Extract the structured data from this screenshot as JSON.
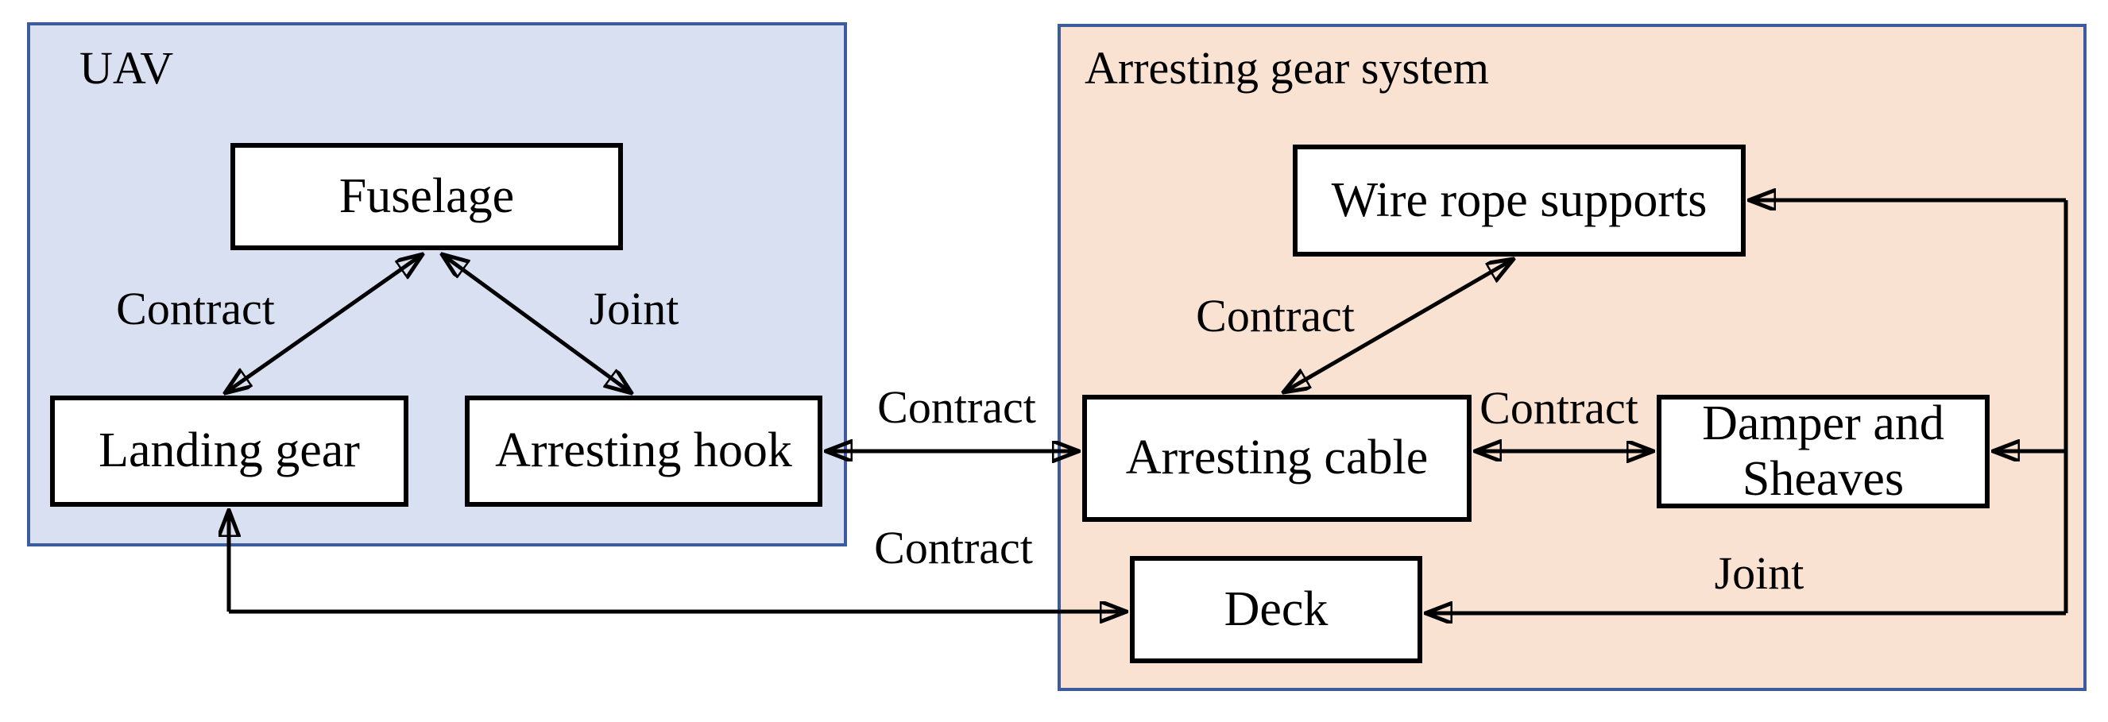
{
  "diagram": {
    "uav": {
      "title": "UAV",
      "nodes": {
        "fuselage": {
          "label": "Fuselage"
        },
        "landing_gear": {
          "label": "Landing gear"
        },
        "arresting_hook": {
          "label": "Arresting hook"
        }
      }
    },
    "arresting_gear_system": {
      "title": "Arresting gear system",
      "nodes": {
        "wire_rope_supports": {
          "label": "Wire rope supports"
        },
        "arresting_cable": {
          "label": "Arresting cable"
        },
        "damper_and_sheaves": {
          "label": "Damper and Sheaves"
        },
        "deck": {
          "label": "Deck"
        }
      }
    },
    "edges": [
      {
        "endpoints": [
          "landing_gear",
          "fuselage"
        ],
        "label": "Contract",
        "type": "double-arrow"
      },
      {
        "endpoints": [
          "fuselage",
          "arresting_hook"
        ],
        "label": "Joint",
        "type": "double-arrow"
      },
      {
        "endpoints": [
          "arresting_hook",
          "arresting_cable"
        ],
        "label": "Contract",
        "type": "double-arrow"
      },
      {
        "endpoints": [
          "wire_rope_supports",
          "arresting_cable"
        ],
        "label": "Contract",
        "type": "double-arrow"
      },
      {
        "endpoints": [
          "arresting_cable",
          "damper_and_sheaves"
        ],
        "label": "Contract",
        "type": "double-arrow"
      },
      {
        "endpoints": [
          "landing_gear",
          "deck"
        ],
        "label": "Contract",
        "type": "elbow-double-arrow"
      },
      {
        "endpoints": [
          "deck",
          "damper_and_sheaves",
          "wire_rope_supports"
        ],
        "label": "Joint",
        "type": "branch-connector"
      }
    ]
  },
  "colors": {
    "page_background": "#ffffff",
    "uav_fill": "#d9e0f1",
    "ags_fill": "#f9e2d2",
    "container_border": "#3c5c9d",
    "node_fill": "#ffffff",
    "node_border": "#000000",
    "arrow_color": "#000000",
    "text_color": "#000000"
  }
}
